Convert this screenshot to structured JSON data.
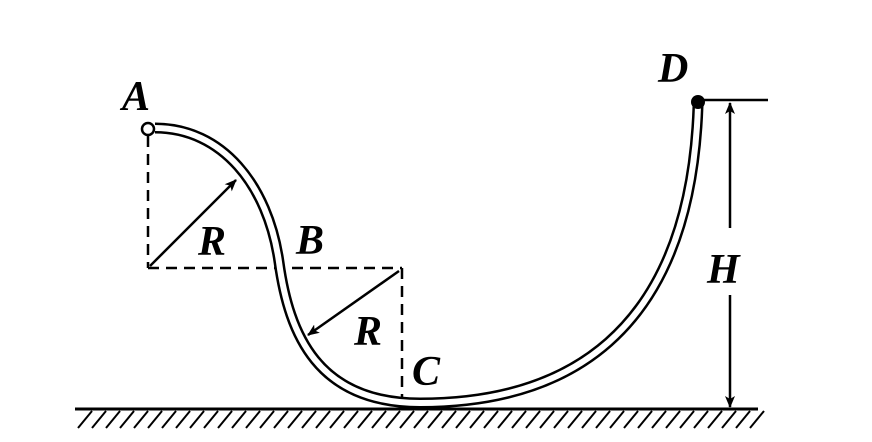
{
  "diagram": {
    "points": {
      "A": "A",
      "B": "B",
      "C": "C",
      "D": "D"
    },
    "radius_label_1": "R",
    "radius_label_2": "R",
    "height_label": "H",
    "colors": {
      "ink": "#000000",
      "background": "#ffffff"
    }
  }
}
